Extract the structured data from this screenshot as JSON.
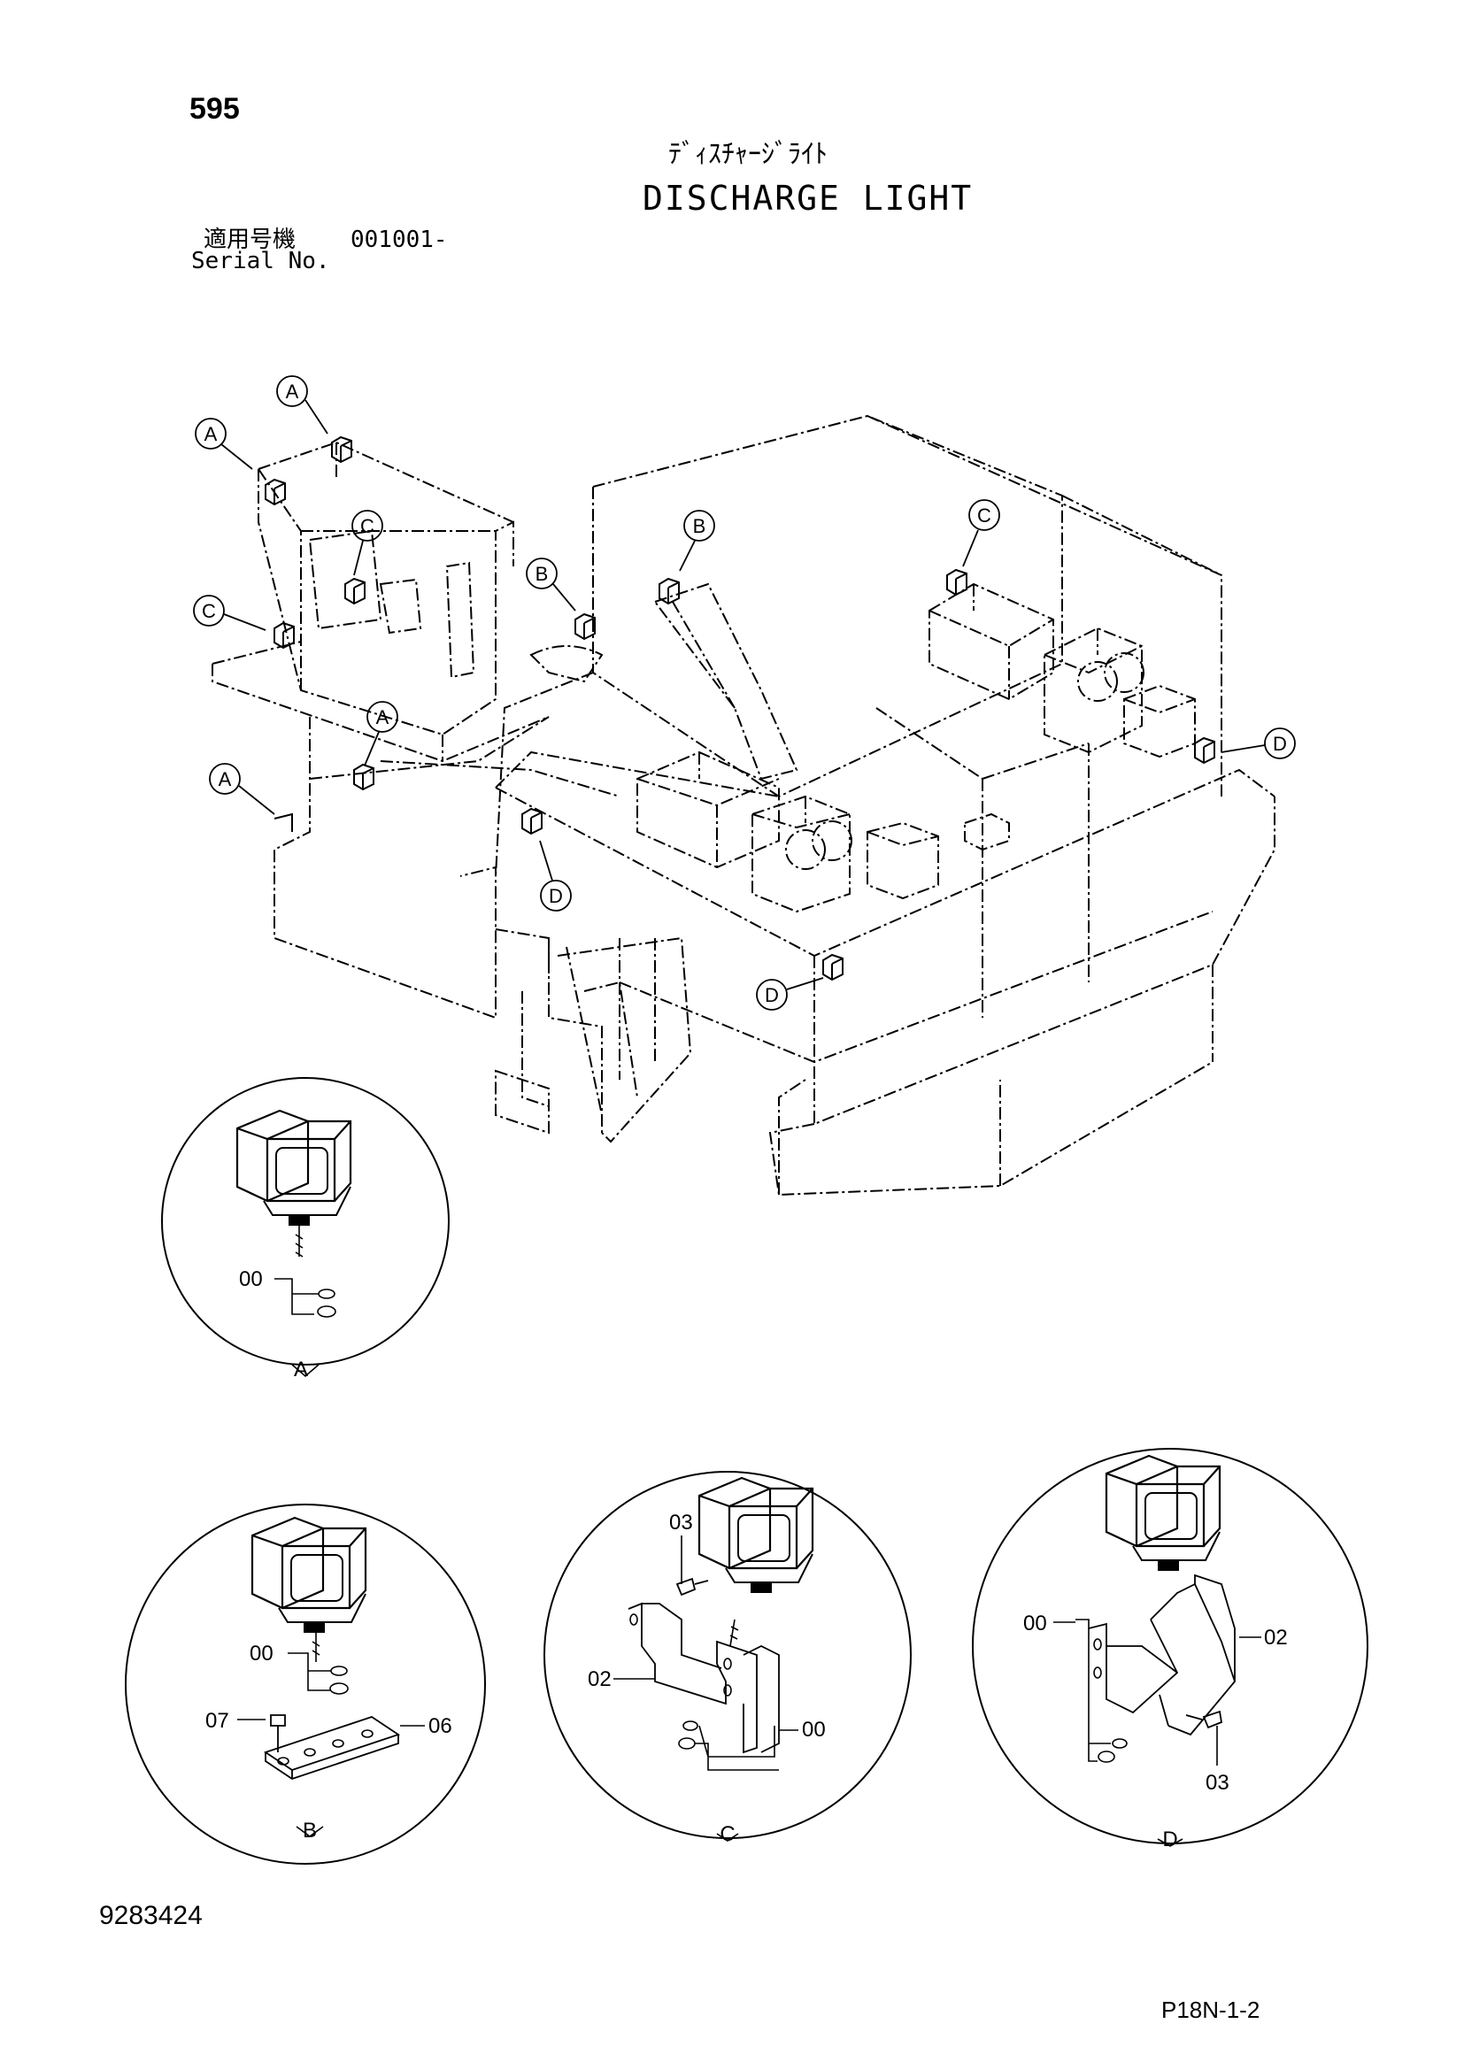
{
  "header": {
    "page_number": "595",
    "title_jp": "ﾃﾞｨｽﾁｬｰｼﾞﾗｲﾄ",
    "title_en": "DISCHARGE LIGHT",
    "serial_label_jp": "適用号機",
    "serial_range": "001001-",
    "serial_label_en": "Serial No."
  },
  "callouts": [
    "A",
    "B",
    "C",
    "D"
  ],
  "detail_views": [
    {
      "view": "A",
      "parts": [
        "00"
      ]
    },
    {
      "view": "B",
      "parts": [
        "00",
        "07",
        "06"
      ]
    },
    {
      "view": "C",
      "parts": [
        "03",
        "02",
        "00"
      ]
    },
    {
      "view": "D",
      "parts": [
        "00",
        "02",
        "03"
      ]
    }
  ],
  "footer": {
    "drawing_number": "9283424",
    "page_code": "P18N-1-2"
  }
}
